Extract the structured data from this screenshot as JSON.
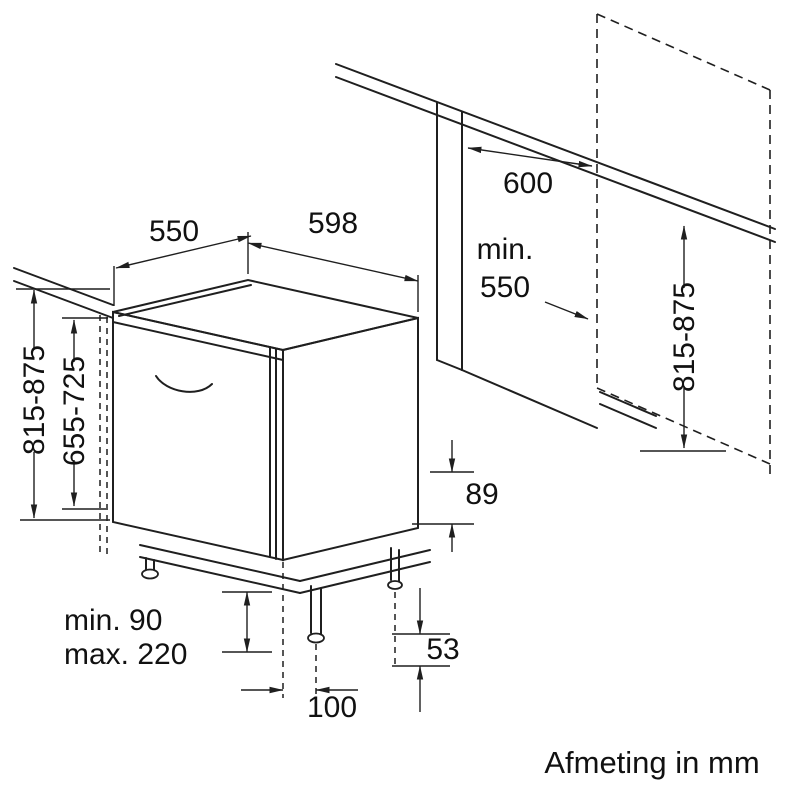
{
  "labels": {
    "dishwasher_depth": "550",
    "dishwasher_width": "598",
    "niche_width": "600",
    "niche_min_depth_line1": "min.",
    "niche_min_depth_line2": "550",
    "left_height_range": "815-875",
    "door_height_range": "655-725",
    "right_height_range": "815-875",
    "service_gap": "89",
    "rear_foot_offset": "53",
    "front_foot_offset": "100",
    "plinth_min": "min. 90",
    "plinth_max": "max. 220",
    "caption": "Afmeting in mm"
  },
  "colors": {
    "line": "#1f1f1f",
    "text": "#111111",
    "background": "#ffffff"
  }
}
